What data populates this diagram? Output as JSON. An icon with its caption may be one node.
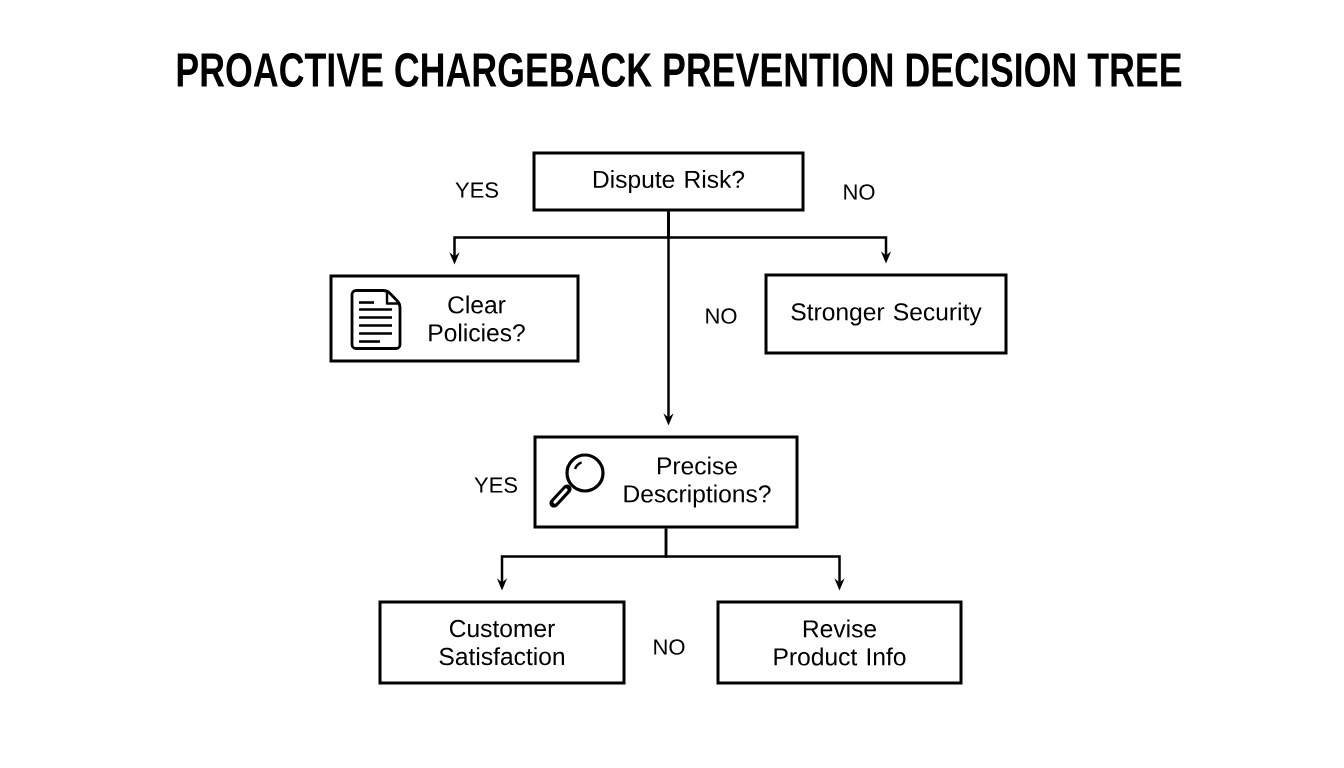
{
  "diagram": {
    "title": "PROACTIVE CHARGEBACK PREVENTION DECISION TREE",
    "nodes": [
      {
        "text": [
          "Dispute Risk?"
        ]
      },
      {
        "text": [
          "Clear Policies?"
        ]
      },
      {
        "text": [
          "Stronger Security"
        ]
      },
      {
        "text": [
          "Precise Descriptions?"
        ]
      },
      {
        "text": [
          "Customer Satisfaction"
        ]
      },
      {
        "text": [
          "Revise Product Info"
        ]
      }
    ],
    "edges": [
      {
        "from": 0,
        "to": 1,
        "arrow": "to"
      },
      {
        "from": 0,
        "to": 2,
        "arrow": "to"
      },
      {
        "from": 0,
        "to": 3,
        "arrow": "to"
      },
      {
        "from": 3,
        "to": 4,
        "arrow": "to"
      },
      {
        "from": 3,
        "to": 5,
        "arrow": "to"
      }
    ],
    "labels": [
      "YES",
      "NO",
      "NO",
      "YES",
      "NO"
    ]
  }
}
